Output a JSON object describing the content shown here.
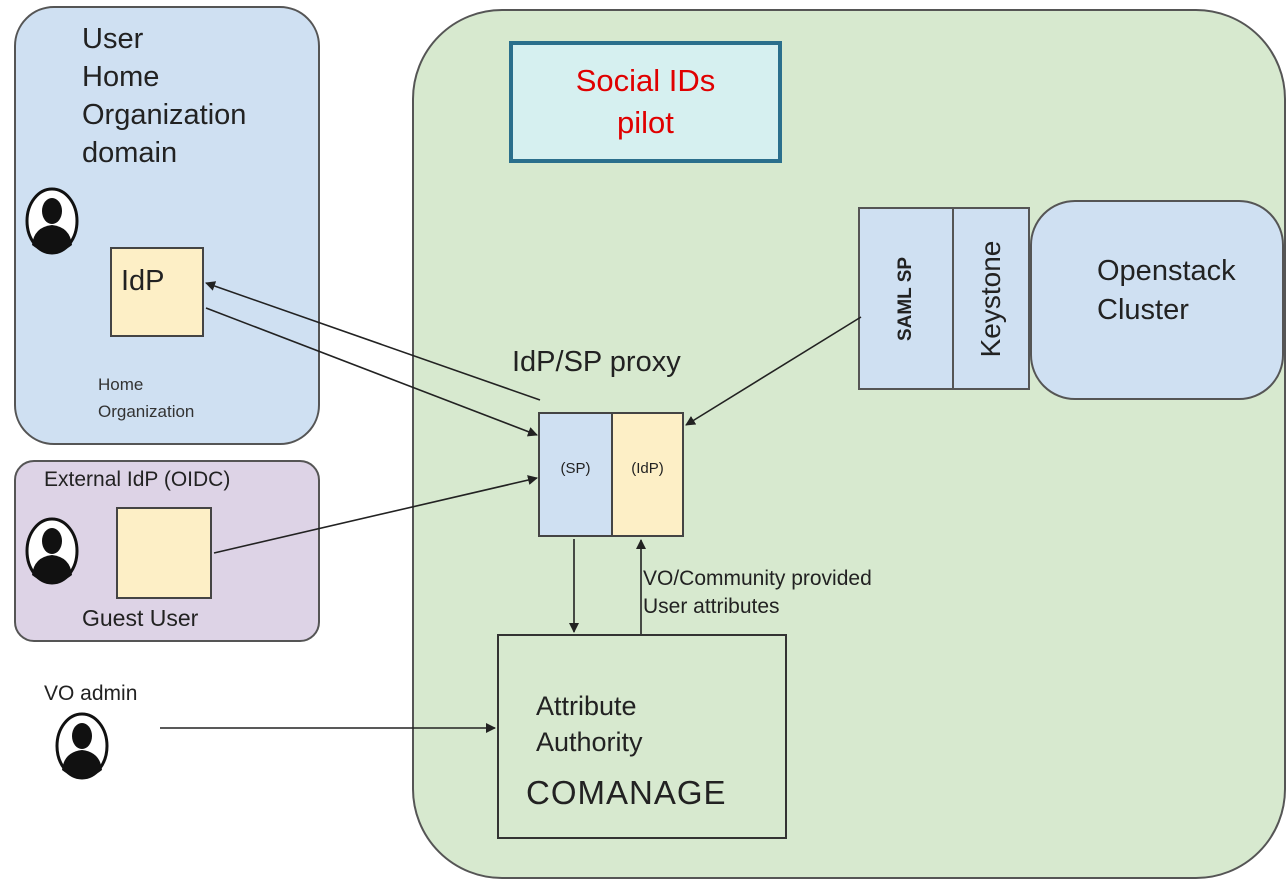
{
  "home_domain": {
    "title": "User\nHome\nOrganization\ndomain",
    "idp_label": "IdP",
    "org_label": "Home\nOrganization"
  },
  "external_idp": {
    "title": "External IdP (OIDC)",
    "guest_label": "Guest User"
  },
  "pilot": {
    "title": "Social IDs\npilot"
  },
  "openstack": {
    "label": "Openstack\nCluster",
    "saml_sp": "SAML SP",
    "keystone": "Keystone"
  },
  "proxy": {
    "title": "IdP/SP proxy",
    "sp_label": "(SP)",
    "idp_label": "(IdP)"
  },
  "vo_attributes_label": "VO/Community provided\nUser attributes",
  "attribute_authority": {
    "label": "Attribute\nAuthority",
    "comanage": "COMANAGE"
  },
  "vo_admin_label": "VO admin",
  "colors": {
    "home_domain_fill": "#cfe0f2",
    "external_idp_fill": "#ddd3e6",
    "pilot_fill": "#d7e9cf",
    "idp_fill": "#fdefc6",
    "pilot_title_text": "#e00000",
    "pilot_title_border": "#2a6f8c"
  },
  "icons": [
    "user-avatar-icon"
  ]
}
